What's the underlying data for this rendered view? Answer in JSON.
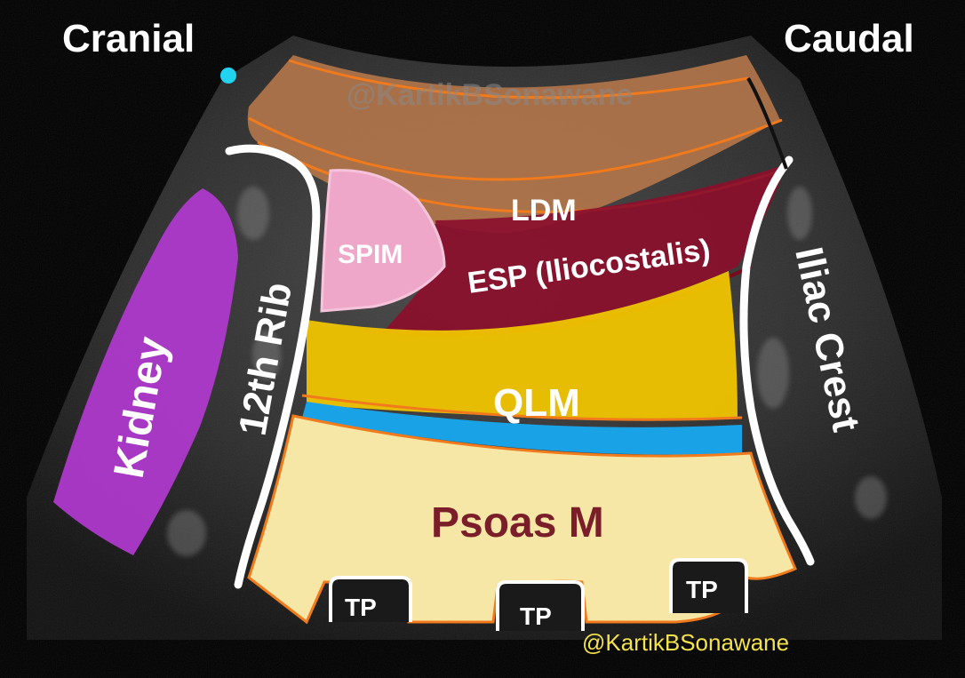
{
  "orientation": {
    "left": "Cranial",
    "right": "Caudal"
  },
  "structures": {
    "ldm": "LDM",
    "spim": "SPIM",
    "esp": "ESP (Iliocostalis)",
    "qlm": "QLM",
    "psoas": "Psoas M",
    "kidney": "Kidney",
    "rib": "12th Rib",
    "iliac_crest": "Iliac Crest",
    "tp_left": "TP",
    "tp_center": "TP",
    "tp_right": "TP"
  },
  "watermarks": {
    "top": "@KartikBSonawane",
    "bottom": "@KartikBSonawane"
  },
  "colors": {
    "ldm": "#b5774a",
    "spim": "#eea7c8",
    "esp": "#8b0f2c",
    "qlm": "#f0c400",
    "fascia": "#19a2e6",
    "psoas": "#f6e7a6",
    "kidney": "#b23ad0",
    "outline": "#f07a1c",
    "bone": "#ffffff",
    "dot": "#22d3f0"
  }
}
